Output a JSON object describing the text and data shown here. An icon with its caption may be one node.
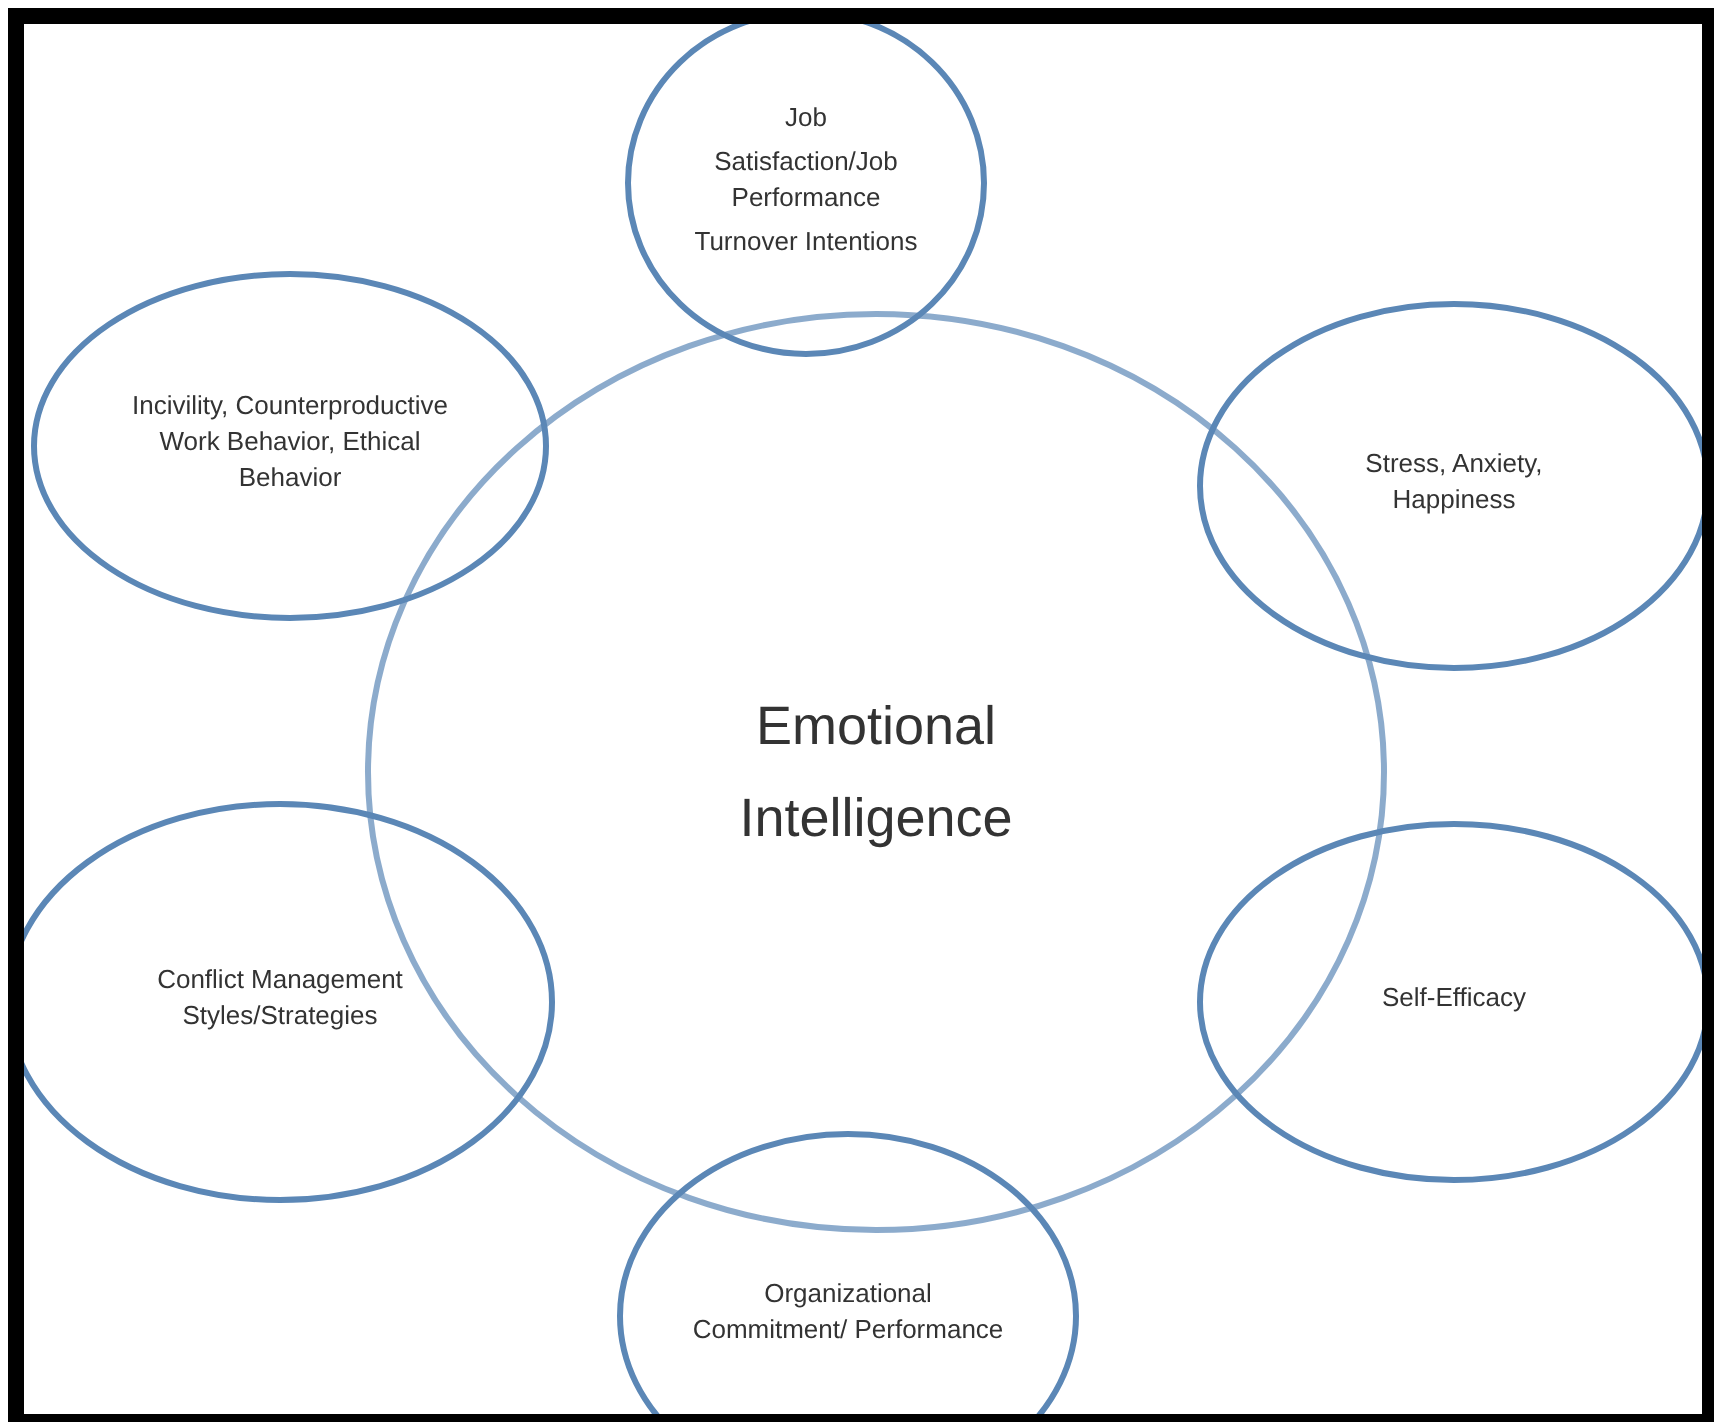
{
  "diagram": {
    "nodes": [
      {
        "text": [
          "Job",
          "Satisfaction/Job Performance",
          "Turnover Intentions"
        ]
      },
      {
        "text": [
          "Incivility, Counterproductive Work Behavior, Ethical Behavior"
        ]
      },
      {
        "text": [
          "Stress, Anxiety, Happiness"
        ]
      },
      {
        "text": [
          "Emotional Intelligence"
        ]
      },
      {
        "text": [
          "Conflict Management Styles/Strategies"
        ]
      },
      {
        "text": [
          "Self-Efficacy"
        ]
      },
      {
        "text": [
          "Organizational Commitment/ Performance"
        ]
      }
    ]
  }
}
